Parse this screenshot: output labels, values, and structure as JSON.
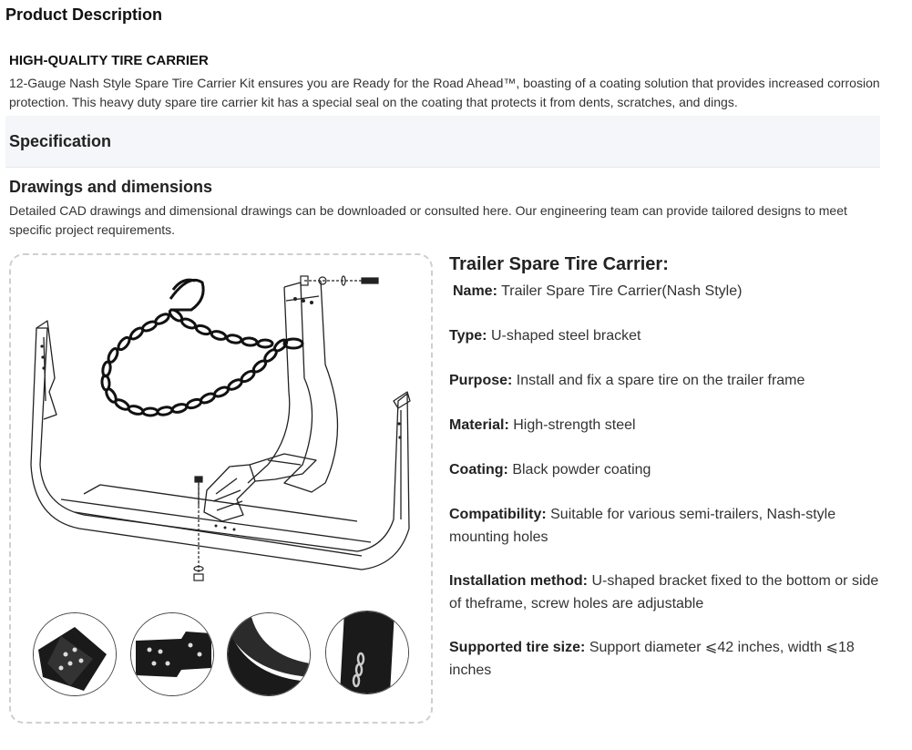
{
  "product_description": {
    "title": "Product Description",
    "subtitle": "HIGH-QUALITY TIRE CARRIER",
    "text": "12-Gauge Nash Style Spare Tire Carrier Kit ensures you are Ready for the Road Ahead™, boasting of a coating solution that provides increased corrosion protection. This heavy duty spare tire carrier kit has a special seal on the coating that protects it from dents, scratches, and dings."
  },
  "specification": {
    "title": "Specification"
  },
  "drawings": {
    "title": "Drawings and dimensions",
    "text": "Detailed CAD drawings and dimensional drawings can be downloaded or consulted here. Our engineering team can provide tailored designs to meet specific project requirements."
  },
  "specs": {
    "title": "Trailer Spare Tire Carrier:",
    "items": [
      {
        "label": "Name:",
        "value": "Trailer Spare Tire Carrier(Nash Style)"
      },
      {
        "label": "Type:",
        "value": "U-shaped steel bracket"
      },
      {
        "label": "Purpose:",
        "value": "Install and fix a spare tire on the trailer frame"
      },
      {
        "label": "Material:",
        "value": "High-strength steel"
      },
      {
        "label": "Coating:",
        "value": "Black powder coating"
      },
      {
        "label": "Compatibility:",
        "value": "Suitable for various semi-trailers, Nash-style mounting holes"
      },
      {
        "label": "Installation method:",
        "value": "U-shaped bracket fixed to the bottom or side of theframe, screw holes are adjustable"
      },
      {
        "label": "Supported tire size:",
        "value": "Support diameter ⩽42 inches, width ⩽18 inches"
      }
    ]
  },
  "colors": {
    "spec_bar_bg": "#f5f6f9",
    "dashed_border": "#cfcfcf",
    "steel": "#1a1a1a"
  }
}
